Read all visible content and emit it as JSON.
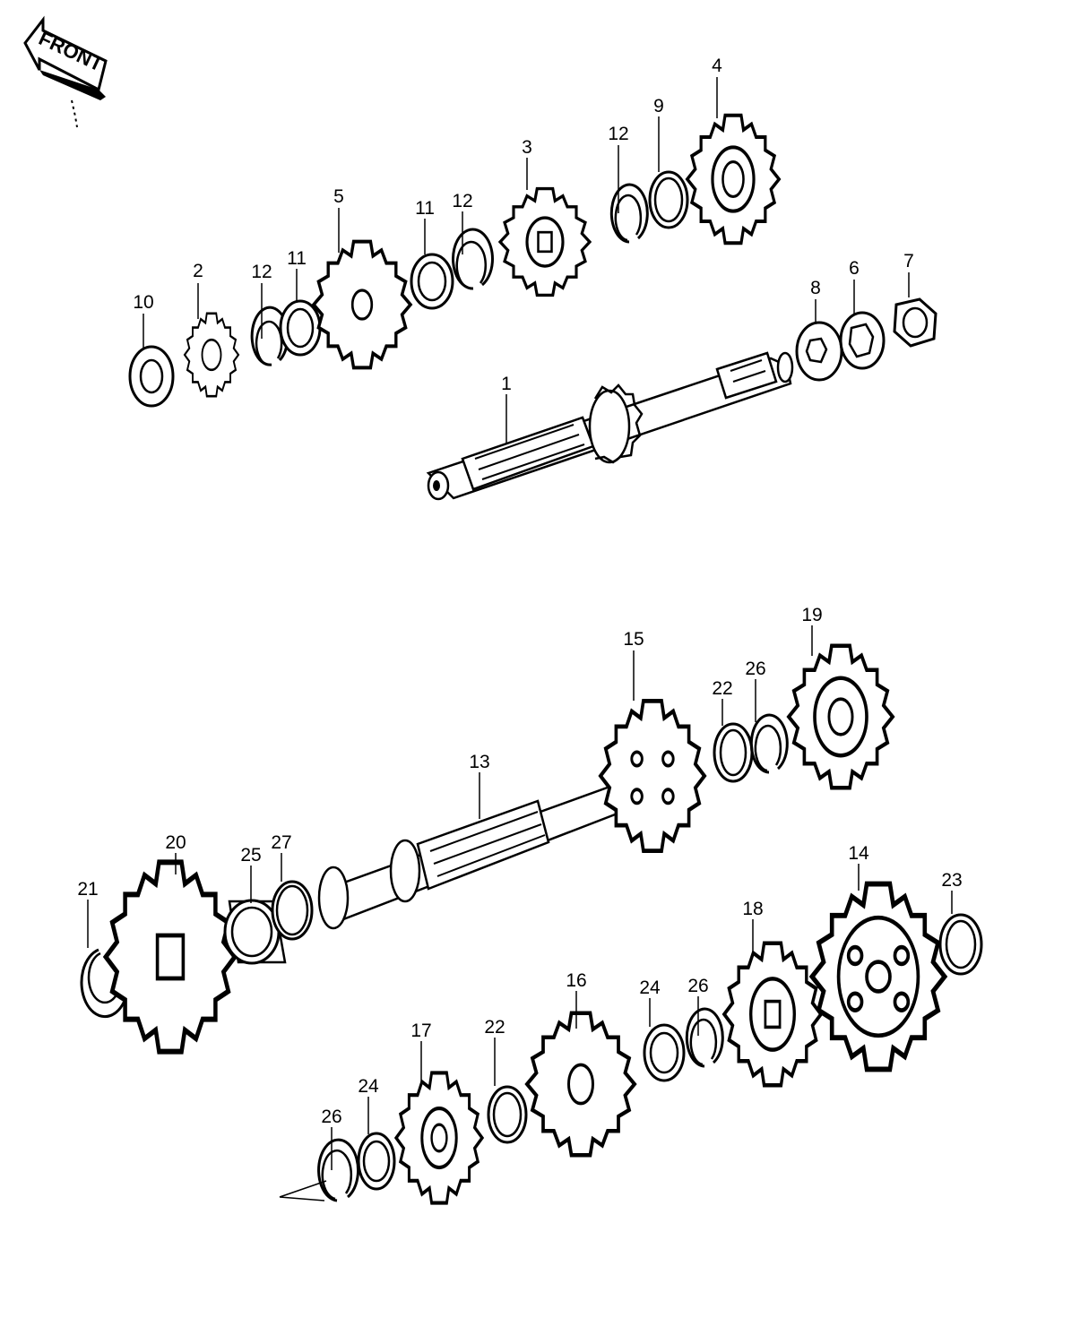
{
  "front_label": "FRONT",
  "callouts": {
    "c1": "1",
    "c2": "2",
    "c3": "3",
    "c4": "4",
    "c5": "5",
    "c6": "6",
    "c7": "7",
    "c8": "8",
    "c9": "9",
    "c10": "10",
    "c11a": "11",
    "c11b": "11",
    "c12a": "12",
    "c12b": "12",
    "c12c": "12",
    "c13": "13",
    "c14": "14",
    "c15": "15",
    "c16": "16",
    "c17": "17",
    "c18": "18",
    "c19": "19",
    "c20": "20",
    "c21": "21",
    "c22a": "22",
    "c22b": "22",
    "c23": "23",
    "c24a": "24",
    "c24b": "24",
    "c25": "25",
    "c26a": "26",
    "c26b": "26",
    "c26c": "26",
    "c27": "27"
  }
}
